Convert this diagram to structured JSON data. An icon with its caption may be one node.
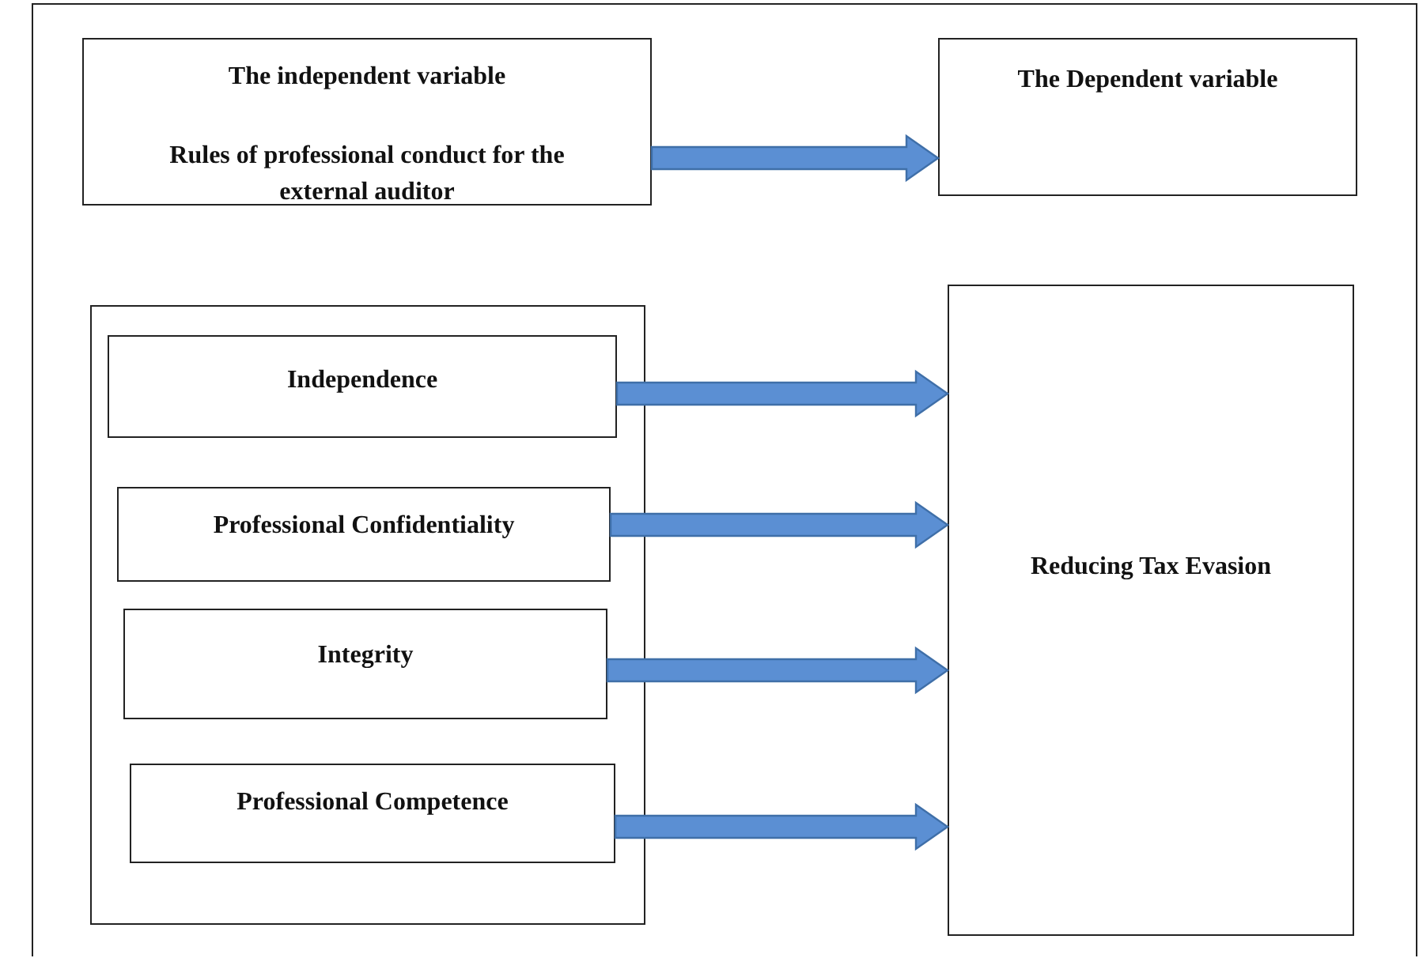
{
  "diagram": {
    "nodes": [
      {
        "text": [
          "The independent variable",
          "Rules of professional conduct for the external auditor"
        ]
      },
      {
        "text": [
          "The Dependent variable"
        ]
      },
      {
        "text": [],
        "shape": "box"
      },
      {
        "text": [
          "Independence"
        ],
        "in": 2
      },
      {
        "text": [
          "Professional Confidentiality"
        ],
        "in": 2
      },
      {
        "text": [
          "Integrity"
        ],
        "in": 2
      },
      {
        "text": [
          "Professional Competence"
        ],
        "in": 2
      },
      {
        "text": [
          "Reducing Tax Evasion"
        ]
      }
    ],
    "edges": [
      {
        "from": 0,
        "to": 1,
        "arrow": "to"
      },
      {
        "from": 3,
        "to": 7,
        "arrow": "to"
      },
      {
        "from": 4,
        "to": 7,
        "arrow": "to"
      },
      {
        "from": 5,
        "to": 7,
        "arrow": "to"
      },
      {
        "from": 6,
        "to": 7,
        "arrow": "to"
      }
    ]
  }
}
